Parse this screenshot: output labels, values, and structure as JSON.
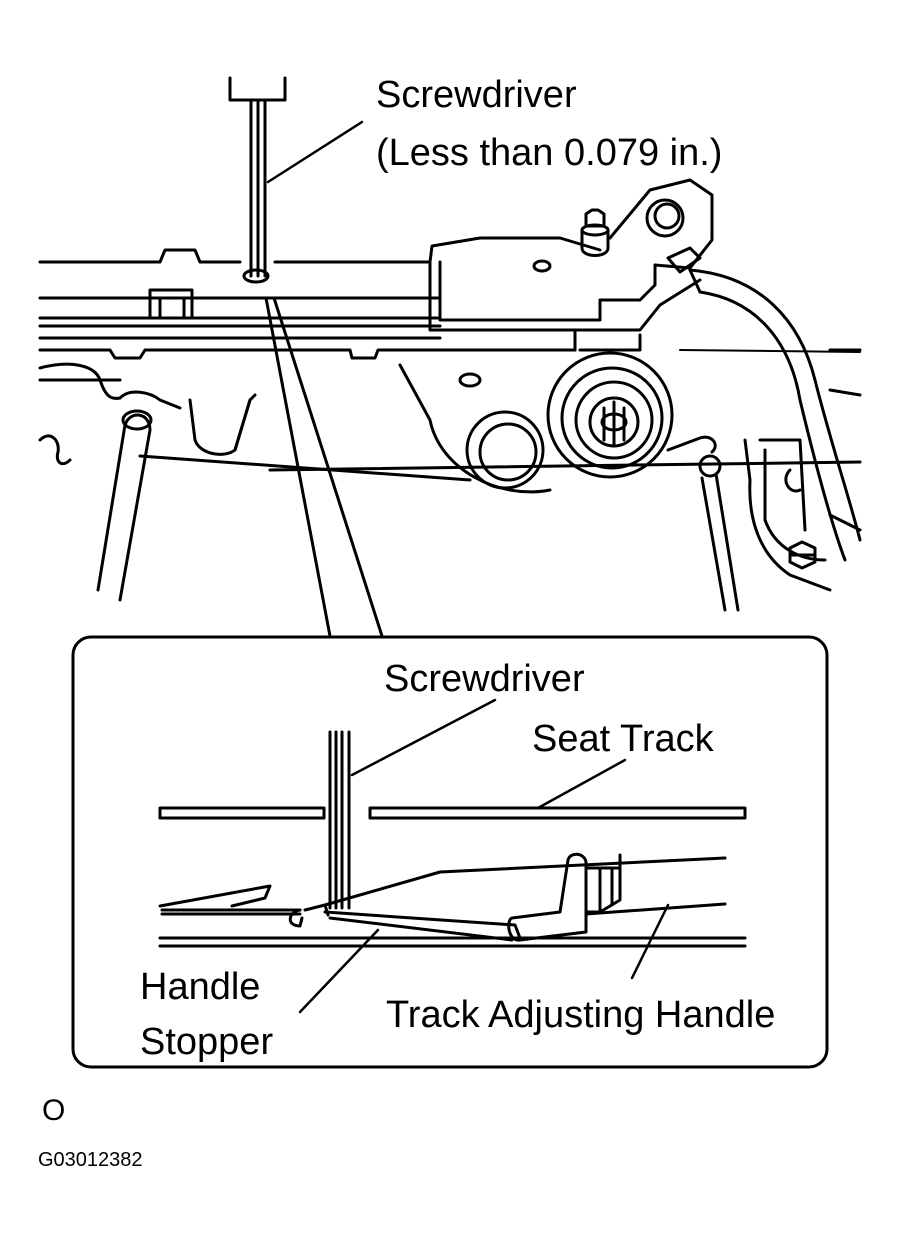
{
  "labels": {
    "screwdriver_top": "Screwdriver",
    "screwdriver_note": "(Less than 0.079 in.)",
    "screwdriver_detail": "Screwdriver",
    "seat_track": "Seat Track",
    "handle_stopper_line1": "Handle",
    "handle_stopper_line2": "Stopper",
    "track_adjusting_handle": "Track Adjusting Handle"
  },
  "footer": {
    "symbol": "O",
    "figure_code": "G03012382"
  },
  "colors": {
    "line": "#000000",
    "background": "#ffffff"
  }
}
